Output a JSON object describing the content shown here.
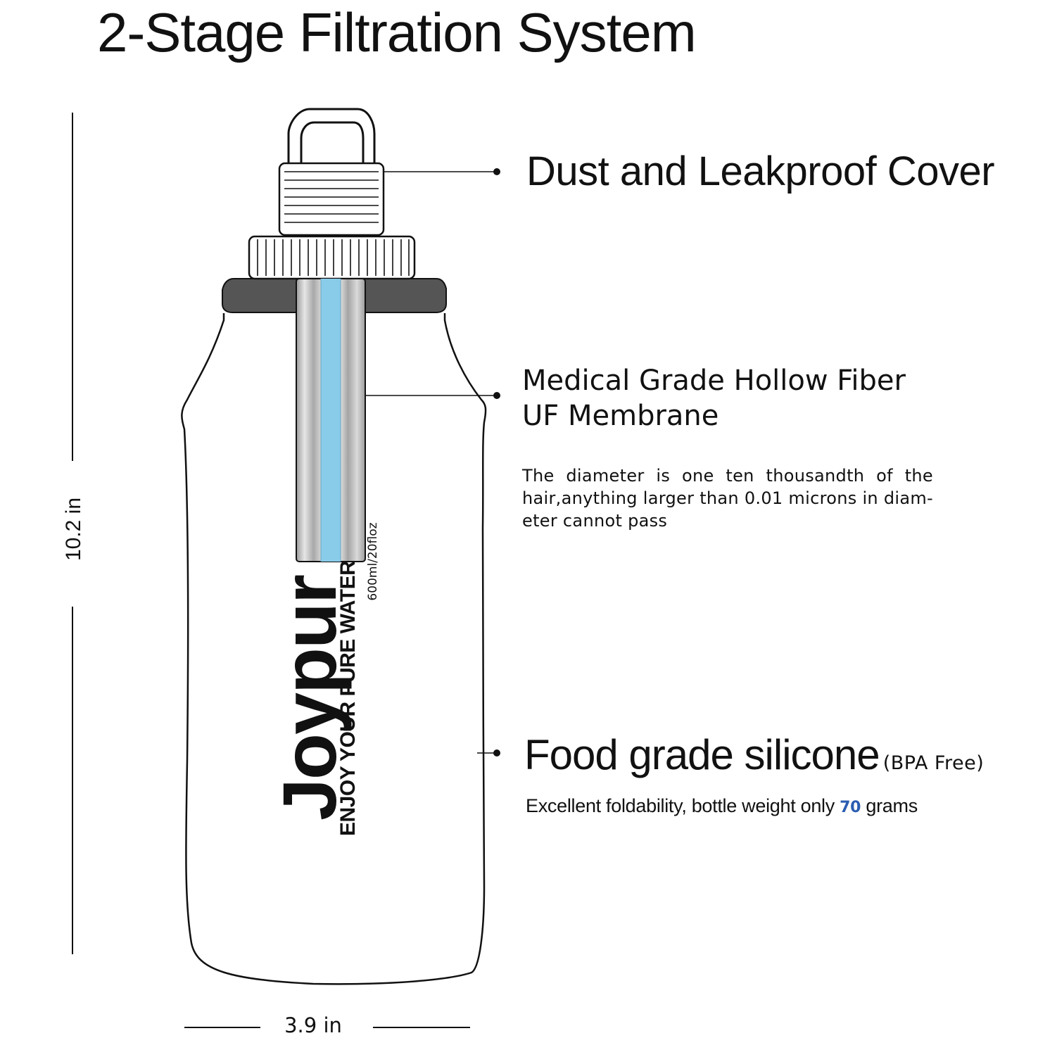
{
  "title": "2-Stage Filtration System",
  "colors": {
    "outline": "#111111",
    "filter_core": "#88ccea",
    "filter_metal": "#c6c6c6",
    "bottle_shoulder": "#555555",
    "highlight_number": "#2a5db0"
  },
  "callouts": {
    "cover": {
      "label": "Dust and Leakproof Cover"
    },
    "membrane": {
      "label_line1": "Medical Grade Hollow Fiber",
      "label_line2": "UF Membrane",
      "description": "The diameter is one ten thousandth of the hair,anything larger than 0.01 microns in diam-eter cannot pass"
    },
    "silicone": {
      "label": "Food grade silicone",
      "note": "(BPA Free)",
      "description_before": "Excellent foldability, bottle weight only",
      "weight": "70",
      "description_after": "grams"
    }
  },
  "dimensions": {
    "height": "10.2 in",
    "width": "3.9 in"
  },
  "bottle_print": {
    "brand": "Joypur",
    "tagline": "ENJOY YOUR PURE WATER",
    "capacity": "600ml/20floz"
  }
}
